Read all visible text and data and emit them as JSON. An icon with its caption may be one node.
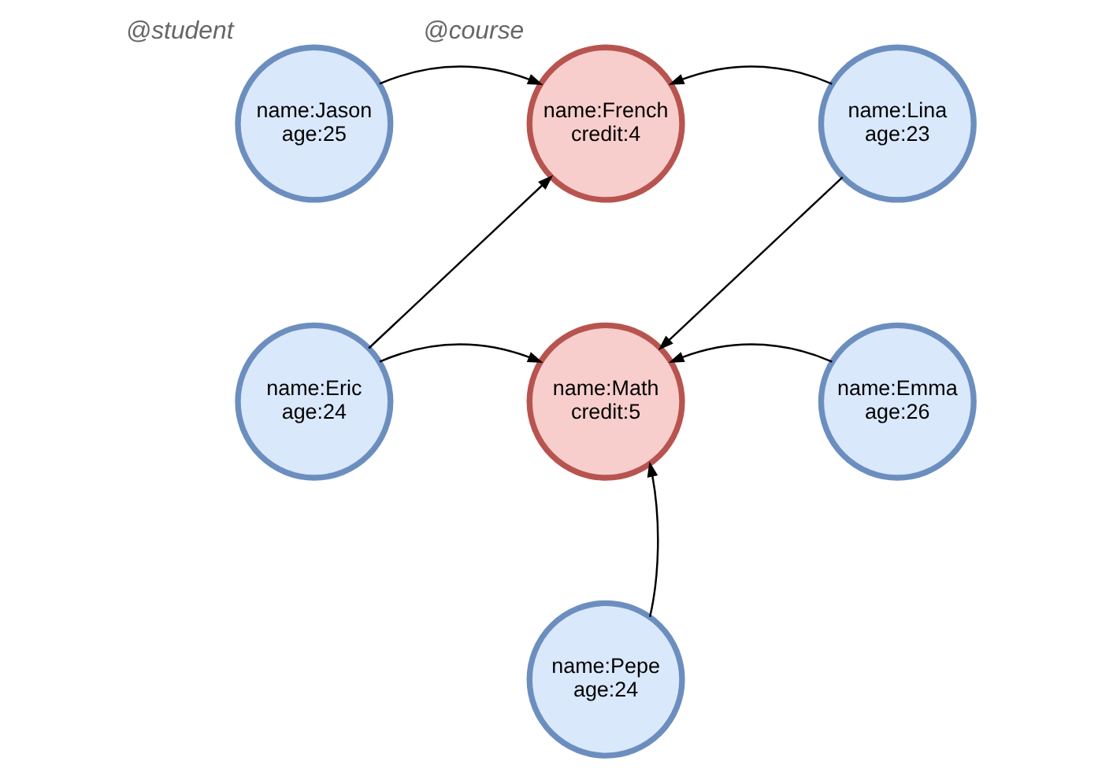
{
  "diagram": {
    "nodes": [
      {
        "text": [
          "name:Jason",
          "age:25"
        ],
        "beside": [
          "@student"
        ]
      },
      {
        "text": [
          "name:French",
          "credit:4"
        ],
        "beside": [
          "@course"
        ]
      },
      {
        "text": [
          "name:Lina",
          "age:23"
        ]
      },
      {
        "text": [
          "name:Eric",
          "age:24"
        ]
      },
      {
        "text": [
          "name:Math",
          "credit:5"
        ]
      },
      {
        "text": [
          "name:Emma",
          "age:26"
        ]
      },
      {
        "text": [
          "name:Pepe",
          "age:24"
        ]
      }
    ],
    "edges": [
      {
        "from": 0,
        "to": 1,
        "arrow": "to"
      },
      {
        "from": 2,
        "to": 1,
        "arrow": "to"
      },
      {
        "from": 3,
        "to": 1,
        "arrow": "to"
      },
      {
        "from": 2,
        "to": 4,
        "arrow": "to"
      },
      {
        "from": 3,
        "to": 4,
        "arrow": "to"
      },
      {
        "from": 5,
        "to": 4,
        "arrow": "to"
      },
      {
        "from": 6,
        "to": 4,
        "arrow": "to"
      }
    ]
  }
}
